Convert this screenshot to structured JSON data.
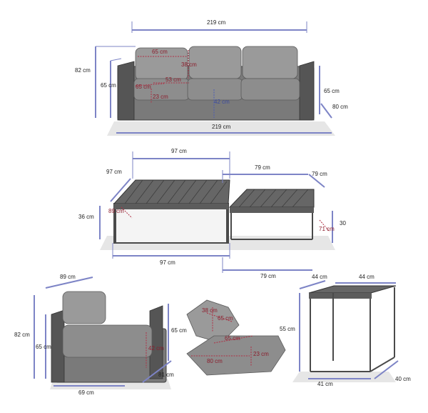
{
  "sofa": {
    "width_top": "219 cm",
    "width_bottom": "219 cm",
    "height_left": "82 cm",
    "arm_height_left": "65 cm",
    "arm_height_right": "65 cm",
    "depth_right": "80 cm",
    "back_cushion_width": "65 cm",
    "back_cushion_height": "38 cm",
    "seat_cushion_width": "65 cm",
    "seat_depth": "53 cm",
    "seat_thickness": "23 cm",
    "seat_height": "42 cm"
  },
  "tables": {
    "large_width": "97 cm",
    "large_depth": "97 cm",
    "large_height": "36 cm",
    "large_inner": "89 cm",
    "large_bottom": "97 cm",
    "small_width": "79 cm",
    "small_depth": "79 cm",
    "small_height": "30",
    "small_inner": "71 cm",
    "small_bottom": "79 cm"
  },
  "armchair": {
    "depth_top": "89 cm",
    "height": "82 cm",
    "arm_height_left": "65 cm",
    "arm_height_right": "65 cm",
    "seat_height": "42 cm",
    "depth": "81 cm",
    "width": "69 cm"
  },
  "cushions": {
    "back_height": "38 cm",
    "back_width": "65 cm",
    "seat_width": "65 cm",
    "seat_depth": "80 cm",
    "seat_thickness": "23 cm"
  },
  "side_table": {
    "top_width_left": "44 cm",
    "top_width_right": "44 cm",
    "height": "55 cm",
    "bottom_width": "41 cm",
    "bottom_depth": "40 cm"
  }
}
